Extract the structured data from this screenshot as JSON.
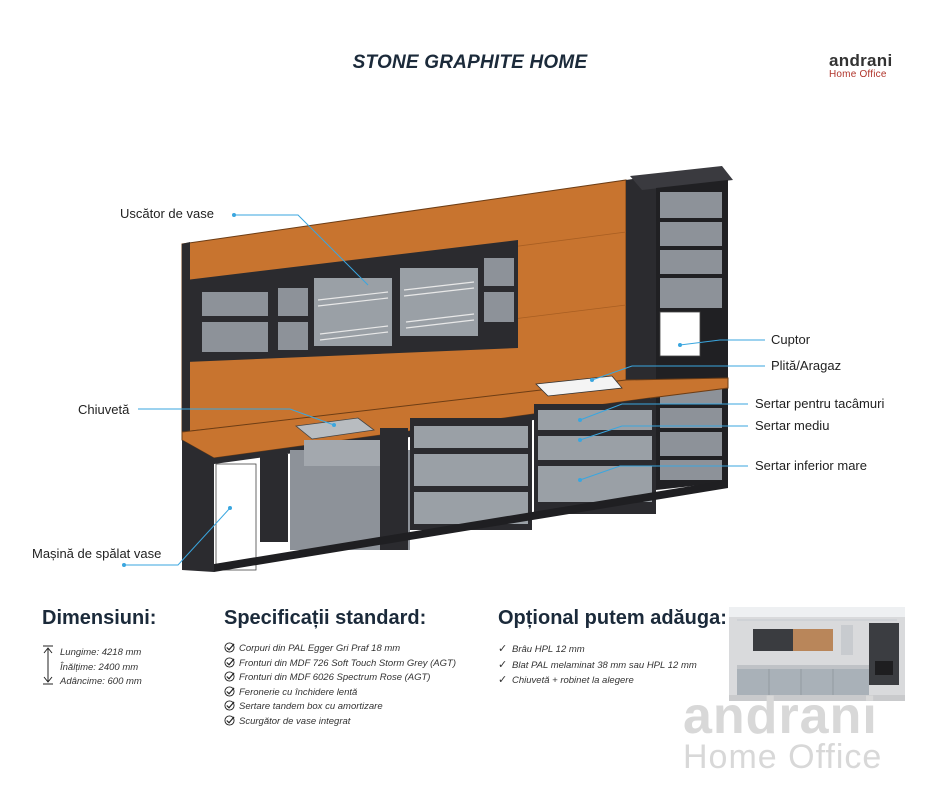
{
  "title": "STONE GRAPHITE HOME",
  "brand": {
    "name": "andrani",
    "sub": "Home Office"
  },
  "callouts": {
    "uscator": "Uscător de vase",
    "cuptor": "Cuptor",
    "plita": "Plită/Aragaz",
    "chiuveta": "Chiuvetă",
    "sertar_tacamuri": "Sertar pentru tacâmuri",
    "sertar_mediu": "Sertar mediu",
    "sertar_inferior": "Sertar inferior mare",
    "masina": "Mașină de spălat vase"
  },
  "dimensions": {
    "heading": "Dimensiuni:",
    "items": [
      "Lungime: 4218 mm",
      "Înălțime: 2400 mm",
      "Adâncime: 600 mm"
    ]
  },
  "specs": {
    "heading": "Specificații standard:",
    "items": [
      "Corpuri din PAL Egger Gri Praf 18 mm",
      "Fronturi din MDF 726 Soft Touch Storm Grey (AGT)",
      "Fronturi din MDF 6026 Spectrum Rose (AGT)",
      "Feronerie cu închidere lentă",
      "Sertare tandem box cu amortizare",
      "Scurgător de vase integrat"
    ]
  },
  "optional": {
    "heading": "Opțional putem adăuga:",
    "items": [
      "Brâu HPL 12 mm",
      "Blat PAL melaminat 38 mm sau HPL 12 mm",
      "Chiuvetă + robinet la alegere"
    ]
  },
  "watermark": {
    "line1": "andrani",
    "line2": "Home Office"
  },
  "colors": {
    "wood": "#c8742f",
    "carcass": "#2b2b2f",
    "interior": "#8d9299",
    "accent": "#3aa6df"
  }
}
